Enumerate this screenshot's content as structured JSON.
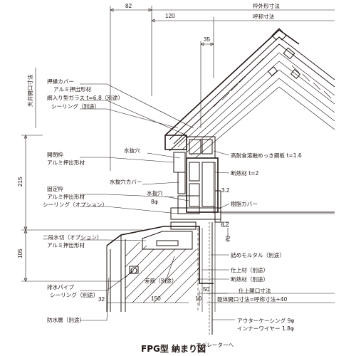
{
  "title": "FPG型 納まり図",
  "dimensions": {
    "d82": "82",
    "d120": "120",
    "d35": "35",
    "d215": "215",
    "d105": "105",
    "d70": "70",
    "d3_2": "3.2",
    "d8_2": "8.2",
    "d10": "10",
    "d32": "32",
    "d150": "150",
    "d50": "50",
    "frame_outer": "枠外形寸法",
    "nominal": "呼称寸法",
    "ceiling_opening": "天井開口寸法",
    "finish_opening": "仕上開口寸法",
    "body_opening": "躯体開口寸法=呼称寸法+40"
  },
  "labels": {
    "cover": "押縁カバー",
    "cover_material": "アルミ押出形材",
    "wired_glass": "網入り型ガラス t=6.8（別途）",
    "sealing": "シーリング（別途）",
    "sash_frame": "開閉枠",
    "sash_material": "アルミ押出形材",
    "drain_hole": "水抜穴",
    "steel_plate": "高耐食溶融めっき鋼板 t=1.6",
    "insulation": "断熱材 t=2",
    "drain_cover": "水抜穴カバー",
    "drain_hole2": "水抜穴",
    "phi8": "8φ",
    "fixed_frame": "固定枠",
    "fixed_material": "アルミ押出形材",
    "sealing_option": "シーリング（オプション）",
    "resin_cover": "樹脂カバー",
    "water_cut": "二段水切（オプション）",
    "water_cut_material": "アルミ押出形材",
    "mortar": "詰めモルタル（別途）",
    "finish_material": "仕上材（別途）",
    "insulation_sep": "断熱材（別途）",
    "drain_pipe": "排水パイプ",
    "sealing_sep": "シーリング（別途）",
    "rebar": "差筋（別途）",
    "waterproof": "防水層（別途）",
    "outer_casing": "アウターケーシング 9φ",
    "inner_wire": "インナーワイヤー 1.8φ",
    "operator": "オペレーターへ"
  },
  "colors": {
    "line": "#231815",
    "background": "#ffffff"
  }
}
